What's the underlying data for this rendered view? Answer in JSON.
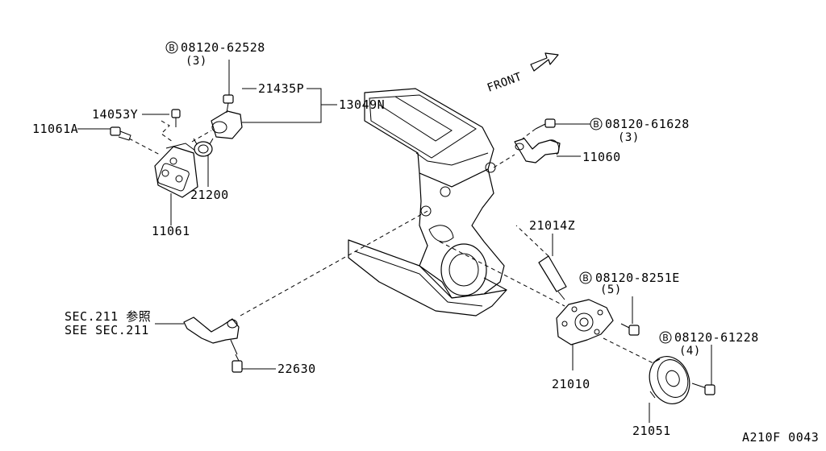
{
  "labels": {
    "bolt_62528": "08120-62528",
    "bolt_62528_qty": "(3)",
    "gasket_21435P": "21435P",
    "outlet_13049N": "13049N",
    "bolt_14053Y": "14053Y",
    "bolt_11061A": "11061A",
    "thermostat_21200": "21200",
    "housing_11061": "11061",
    "front": "FRONT",
    "bolt_61628": "08120-61628",
    "bolt_61628_qty": "(3)",
    "pipe_11060": "11060",
    "bolt_8251E": "08120-8251E",
    "bolt_8251E_qty": "(5)",
    "gasket_21014Z": "21014Z",
    "pump_21010": "21010",
    "bolt_61228": "08120-61228",
    "bolt_61228_qty": "(4)",
    "pulley_21051": "21051",
    "sec_ref_jp": "SEC.211 参照",
    "sec_ref_en": "SEE SEC.211",
    "sensor_22630": "22630",
    "diagram_id": "A210F 0043",
    "bolt_mark": "B"
  },
  "colors": {
    "line": "#000000",
    "background": "#ffffff"
  }
}
